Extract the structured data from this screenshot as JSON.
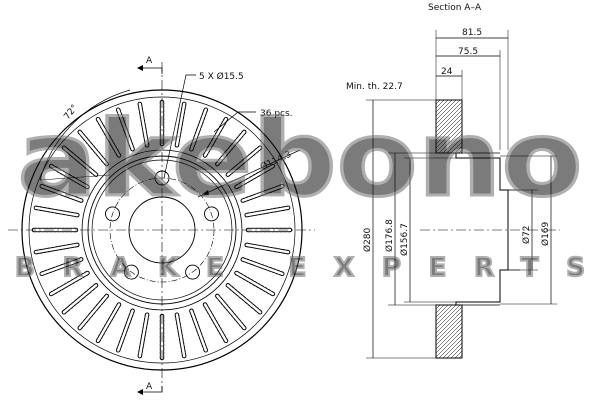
{
  "section_title": "Section A–A",
  "section_marker": "A",
  "labels": {
    "bolt_holes": "5 X Ø15.5",
    "vents": "36 pcs.",
    "pcd": "Ø114.3",
    "angle": "72°",
    "min_thickness": "Min. th. 22.7"
  },
  "dimensions": {
    "overall_height": "81.5",
    "hat_height": "75.5",
    "thickness": "24",
    "outer_diameter": "Ø280",
    "hat_diameter": "Ø176.8",
    "inner_diameter": "Ø156.7",
    "center_bore": "Ø72",
    "hub_face_diameter": "Ø169"
  },
  "watermark": {
    "logo_text": "akebono",
    "tagline": "BRAKE EXPERTS",
    "color": "#8a8a8a"
  }
}
